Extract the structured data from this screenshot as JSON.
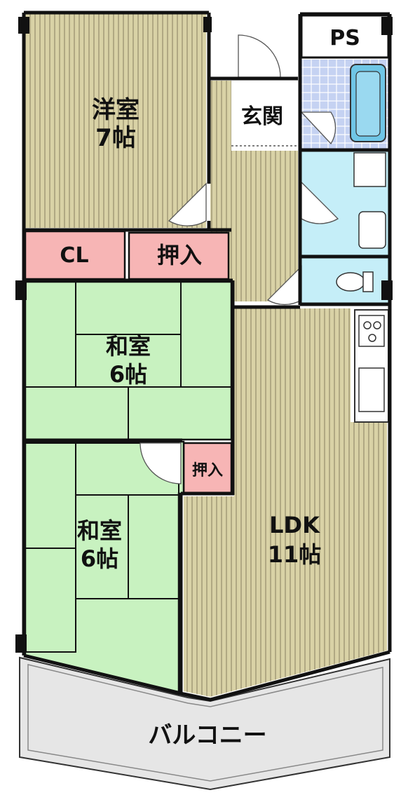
{
  "rooms": {
    "western": {
      "name": "洋室",
      "size": "7帖"
    },
    "entrance": {
      "name": "玄関"
    },
    "ps": {
      "name": "PS"
    },
    "closet": {
      "name": "CL"
    },
    "oshiire_top": {
      "name": "押入"
    },
    "washitsu_upper": {
      "name": "和室",
      "size": "6帖"
    },
    "oshiire_small": {
      "name": "押入"
    },
    "washitsu_lower": {
      "name": "和室",
      "size": "6帖"
    },
    "ldk": {
      "name": "LDK",
      "size": "11帖"
    },
    "balcony": {
      "name": "バルコニー"
    }
  },
  "colors": {
    "wood_floor": "#d9d2a6",
    "wood_line": "#9e9674",
    "tatami": "#c8f2c0",
    "closet": "#f7b5b5",
    "wet_area": "#c5eef8",
    "balcony": "#e6e6e6",
    "wall": "#111111"
  }
}
